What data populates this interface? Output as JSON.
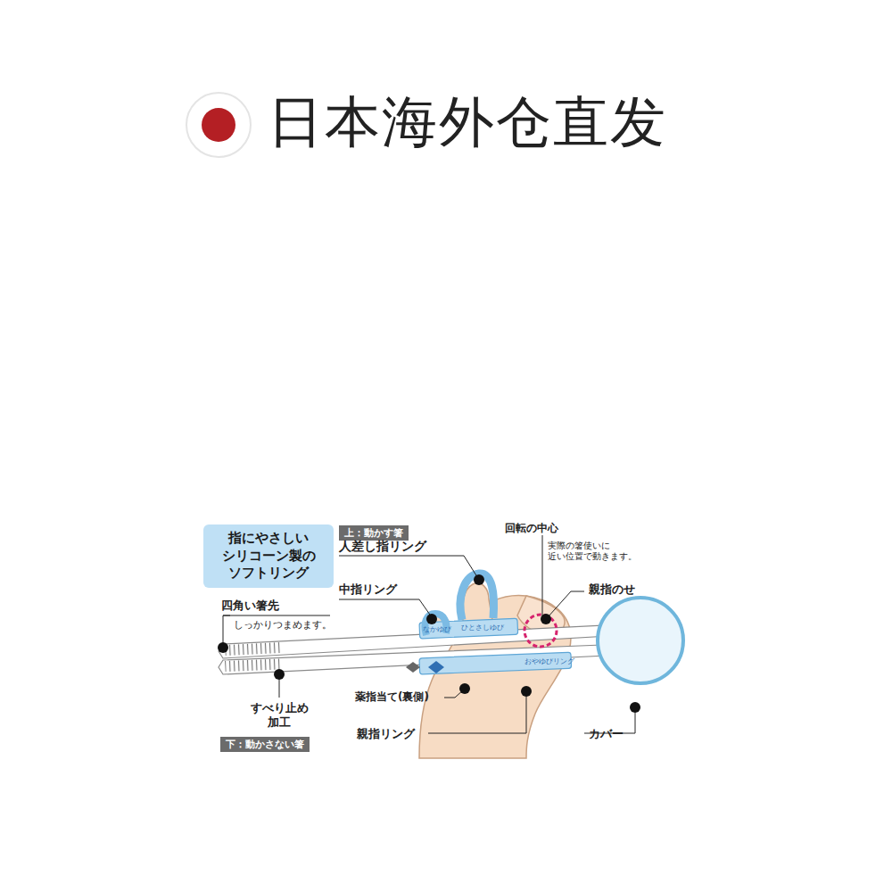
{
  "diagram": {
    "title": "日本海外仓直发",
    "nodes": [
      {
        "text": [
          "指にやさしい シリコーン製の ソフトリング"
        ]
      },
      {
        "text": [
          "上：動かす箸"
        ]
      },
      {
        "text": [
          "下：動かさない箸"
        ]
      }
    ],
    "edges": [],
    "labels": [
      "人差し指リング",
      "回転の中心",
      "実際の箸使いに 近い位置で動きます。",
      "親指のせ",
      "中指リング",
      "四角い箸先",
      "しっかりつまめます。",
      "なかゆび",
      "ひとさしゆび",
      "すべり止め 加工",
      "薬指当て(裏側)",
      "おやゆびリング",
      "親指リング",
      "カバー"
    ]
  }
}
